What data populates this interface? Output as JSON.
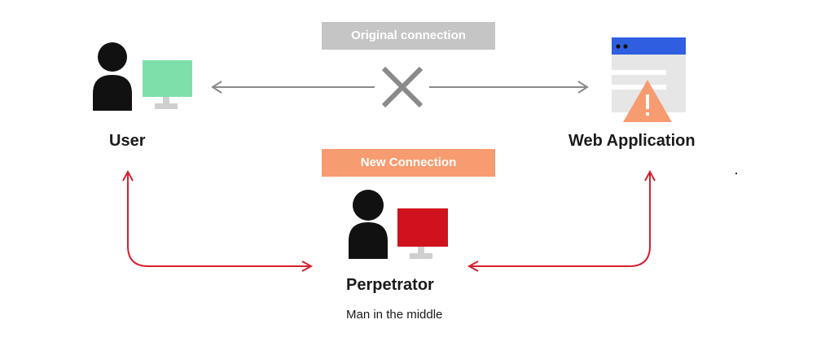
{
  "labels": {
    "original_connection": "Original connection",
    "new_connection": "New Connection"
  },
  "nodes": {
    "user": {
      "title": "User"
    },
    "web_application": {
      "title": "Web Application"
    },
    "perpetrator": {
      "title": "Perpetrator",
      "subtitle": "Man in the middle"
    }
  },
  "colors": {
    "original_line": "#8a8a8a",
    "attack_line": "#d61f30",
    "user_monitor": "#7fdfaa",
    "perp_monitor": "#d0121e",
    "person": "#111111",
    "monitor_stand": "#cfcfcf",
    "browser_bar": "#2f5fe0",
    "browser_body": "#e6e6e6",
    "warning": "#f79b70",
    "original_box": "#c5c5c5",
    "new_box": "#f79b70"
  },
  "icons": {
    "user": "person-computer-icon",
    "web_application": "browser-warning-icon",
    "perpetrator": "person-computer-icon",
    "blocked": "x-mark-icon"
  }
}
